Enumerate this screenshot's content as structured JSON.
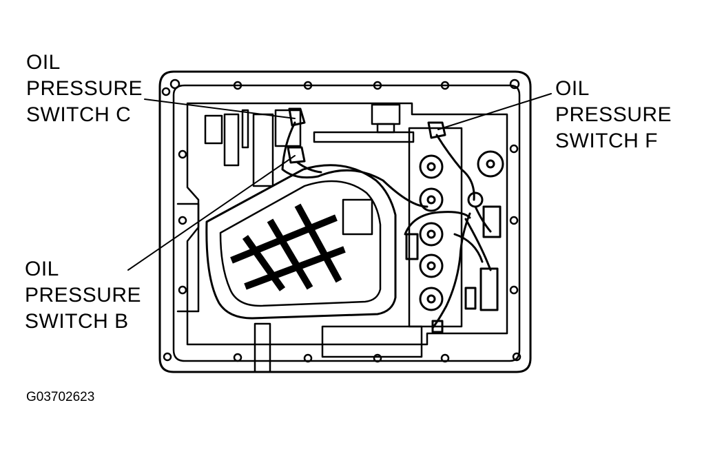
{
  "labels": {
    "switch_c": [
      "OIL",
      "PRESSURE",
      "SWITCH C"
    ],
    "switch_f": [
      "OIL",
      "PRESSURE",
      "SWITCH F"
    ],
    "switch_b": [
      "OIL",
      "PRESSURE",
      "SWITCH B"
    ]
  },
  "figure_code": "G03702623"
}
